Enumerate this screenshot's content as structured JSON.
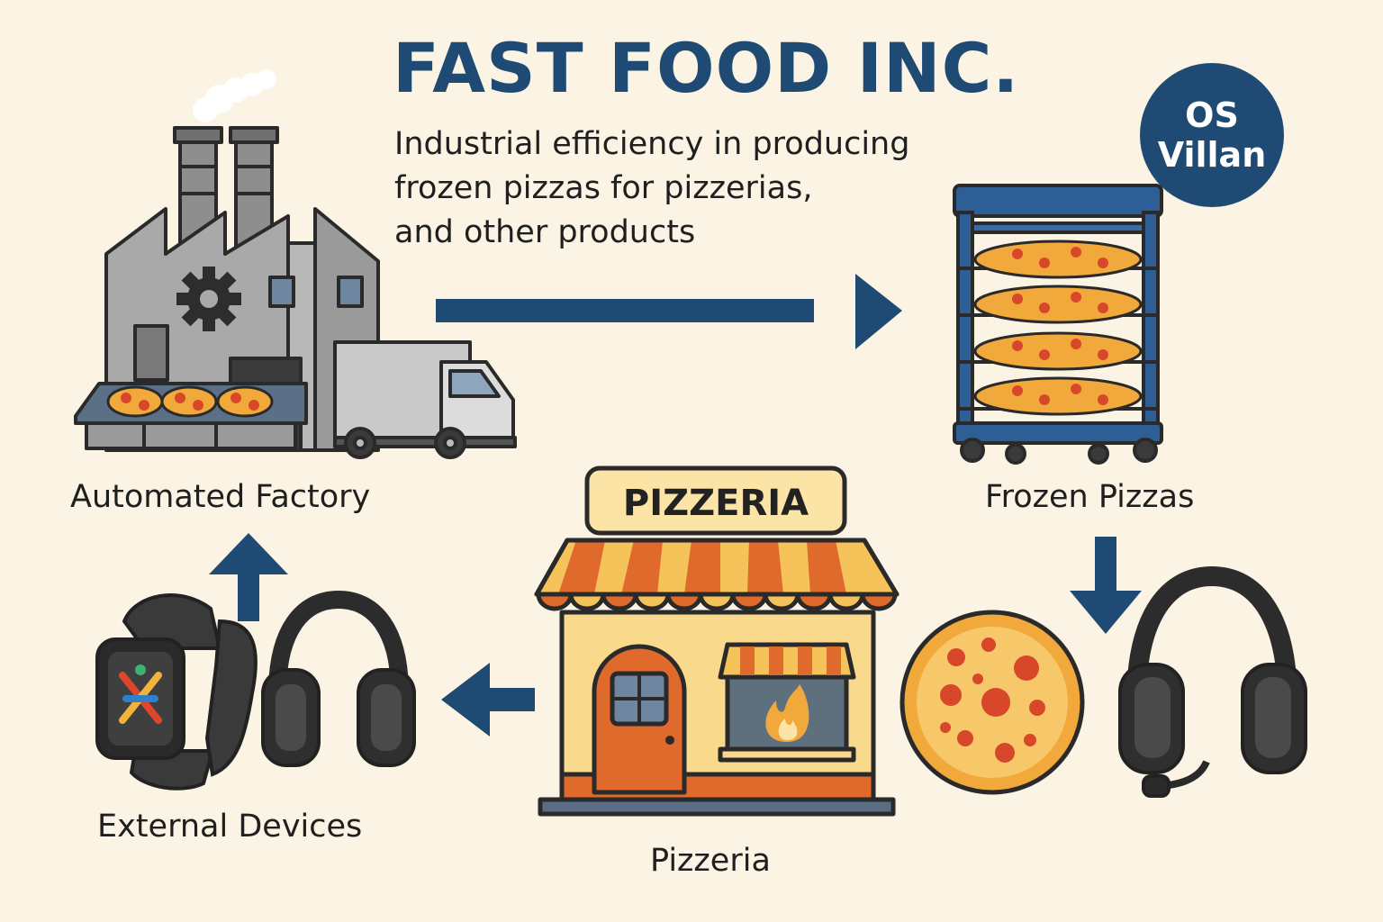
{
  "header": {
    "title": "FAST FOOD INC.",
    "subtitle_lines": [
      "Industrial efficiency in producing",
      "frozen pizzas for pizzerias,",
      "and other products"
    ]
  },
  "badge": {
    "line1": "OS",
    "line2": "Villan"
  },
  "nodes": {
    "factory": {
      "label": "Automated Factory",
      "icon": "factory-icon"
    },
    "frozen": {
      "label": "Frozen Pizzas",
      "icon": "pizza-rack-icon"
    },
    "pizzeria": {
      "label": "Pizzeria",
      "sign": "PIZZERIA",
      "icon": "pizzeria-shop-icon"
    },
    "devices": {
      "label": "External Devices",
      "icon": "smartwatch-icon"
    }
  },
  "colors": {
    "background": "#fbf3e3",
    "primary": "#1e4a73",
    "pizza_crust": "#f2a93b",
    "pepperoni": "#d9472b",
    "awning_orange": "#e06a2c",
    "awning_light": "#f6c25a"
  }
}
